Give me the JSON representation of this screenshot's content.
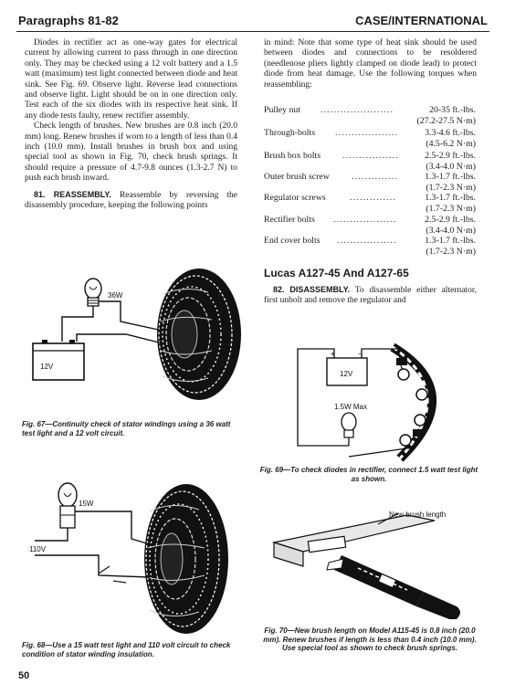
{
  "header": {
    "left": "Paragraphs 81-82",
    "right": "CASE/INTERNATIONAL"
  },
  "left_column": {
    "para1": "Diodes in rectifier act as one-way gates for electrical current by allowing current to pass through in one direction only. They may be checked using a 12 volt battery and a 1.5 watt (maximum) test light connected between diode and heat sink. See Fig. 69. Observe light. Reverse lead connections and observe light. Light should be on in one direction only. Test each of the six diodes with its respective heat sink. If any diode tests faulty, renew rectifier assembly.",
    "para2": "Check length of brushes. New brushes are 0.8 inch (20.0 mm) long. Renew brushes if worn to a length of less than 0.4 inch (10.0 mm). Install brushes in brush box and using special tool as shown in Fig. 70, check brush springs. It should require a pressure of 4.7-9.8 ounces (1.3-2.7 N) to push each brush inward.",
    "section81_num": "81. REASSEMBLY.",
    "section81_text": "Reassemble by reversing the disassembly procedure, keeping the following points"
  },
  "right_column": {
    "intro": "in mind: Note that some type of heat sink should be used between diodes and connections to be resoldered (needlenose pliers lightly clamped on diode lead) to protect diode from heat damage. Use the following torques when reassembling:",
    "torques": [
      {
        "label": "Pulley nut",
        "value": "20-35 ft.-lbs.",
        "metric": "(27.2-27.5 N·m)"
      },
      {
        "label": "Through-bolts",
        "value": "3.3-4.6 ft.-lbs.",
        "metric": "(4.5-6.2 N·m)"
      },
      {
        "label": "Brush box bolts",
        "value": "2.5-2.9 ft.-lbs.",
        "metric": "(3.4-4.0 N·m)"
      },
      {
        "label": "Outer brush screw",
        "value": "1.3-1.7 ft.-lbs.",
        "metric": "(1.7-2.3 N·m)"
      },
      {
        "label": "Regulator screws",
        "value": "1.3-1.7 ft.-lbs.",
        "metric": "(1.7-2.3 N·m)"
      },
      {
        "label": "Rectifier bolts",
        "value": "2.5-2.9 ft.-lbs.",
        "metric": "(3.4-4.0 N·m)"
      },
      {
        "label": "End cover bolts",
        "value": "1.3-1.7 ft.-lbs.",
        "metric": "(1.7-2.3 N·m)"
      }
    ],
    "subheading": "Lucas A127-45 And A127-65",
    "section82_num": "82. DISASSEMBLY.",
    "section82_text": "To disassemble either alternator, first unbolt and remove the regulator and"
  },
  "figures": {
    "fig67": {
      "caption": "Fig. 67—Continuity check of stator windings using a 36 watt test light and a 12 volt circuit.",
      "label_lamp": "36W",
      "label_battery": "12V"
    },
    "fig68": {
      "caption": "Fig. 68—Use a 15 watt test light and 110 volt circuit to check condition of stator winding insulation.",
      "label_lamp": "15W",
      "label_supply": "110V"
    },
    "fig69": {
      "caption": "Fig. 69—To check diodes in rectifier, connect 1.5 watt test light as shown.",
      "label_battery": "12V",
      "label_lamp": "1.5W Max",
      "label_plus": "+",
      "label_minus": "−"
    },
    "fig70": {
      "caption": "Fig. 70—New brush length on Model A115-45 is 0.8 inch (20.0 mm). Renew brushes if length is less than 0.4 inch (10.0 mm). Use special tool as shown to check brush springs.",
      "label_brush": "New brush length"
    }
  },
  "page_number": "50"
}
